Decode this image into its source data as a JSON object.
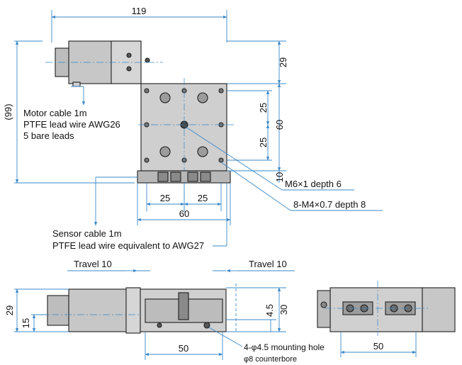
{
  "top_view": {
    "dim_overall_width": "119",
    "dim_overall_height": "(99)",
    "dim_motor_height": "29",
    "dim_pitch_upper": "25",
    "dim_pitch_lower": "25",
    "dim_table": "60",
    "dim_bottom": "10",
    "dim_hole_pitch_left": "25",
    "dim_hole_pitch_right": "25",
    "dim_base_width": "60",
    "motor_cable_lines": [
      "Motor cable 1m",
      "PTFE lead wire AWG26",
      "5 bare leads"
    ],
    "callout_center_hole": "M6×1 depth 6",
    "callout_tapped_holes": "8-M4×0.7 depth 8",
    "sensor_cable_lines": [
      "Sensor cable 1m",
      "PTFE lead wire equivalent to AWG27"
    ]
  },
  "front_view": {
    "travel_left": "Travel 10",
    "travel_right": "Travel 10",
    "dim_height": "29",
    "dim_shaft": "15",
    "dim_offset": "4.5",
    "dim_block": "30",
    "dim_mount_pitch": "50",
    "mounting_lines": [
      "4-φ4.5 mounting hole",
      "φ8 counterbore"
    ]
  },
  "side_view": {
    "dim_mount_pitch": "50"
  }
}
